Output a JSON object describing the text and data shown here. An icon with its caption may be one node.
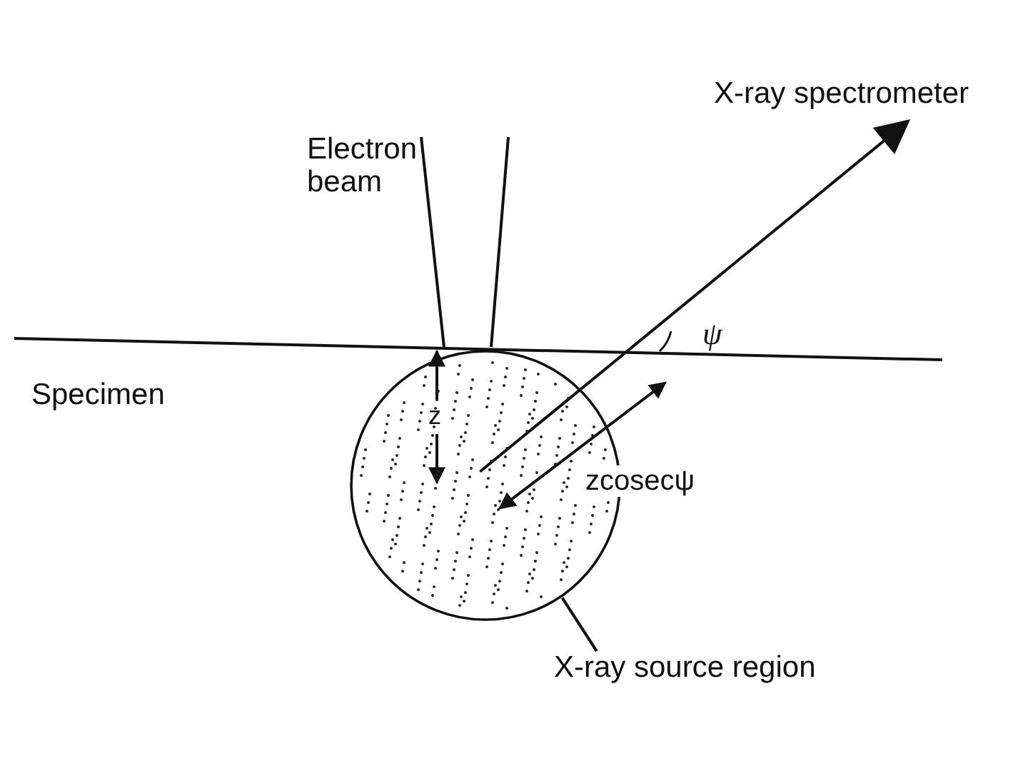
{
  "diagram": {
    "nodes": [
      {
        "text": [],
        "shape": "circle"
      },
      {
        "text": [
          "X-ray spectrometer"
        ]
      },
      {
        "text": [
          "X-ray source region"
        ]
      }
    ],
    "edges": [
      {
        "from": 0,
        "to": 1,
        "arrow": "to"
      },
      {
        "from": 2,
        "to": 0,
        "arrow": "none"
      }
    ],
    "labels": [
      "Electron beam",
      "Specimen",
      "ψ",
      "z",
      "zcosecψ"
    ]
  }
}
